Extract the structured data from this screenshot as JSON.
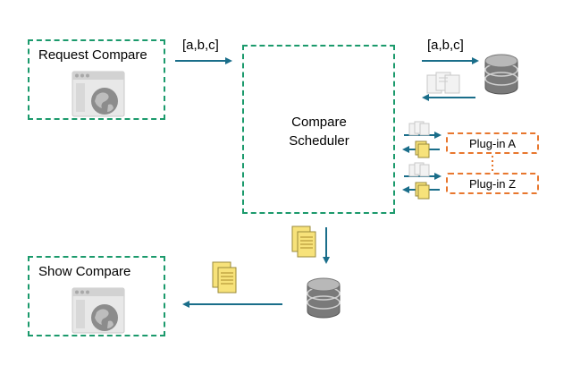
{
  "request_box": {
    "title": "Request Compare"
  },
  "show_box": {
    "title": "Show Compare"
  },
  "scheduler": {
    "line1": "Compare",
    "line2": "Scheduler"
  },
  "arrow_labels": {
    "request_to_scheduler": "[a,b,c]",
    "scheduler_to_db": "[a,b,c]"
  },
  "plugins": [
    {
      "label": "Plug-in A"
    },
    {
      "label": "Plug-in Z"
    }
  ],
  "colors": {
    "green_dashed": "#1b9a6c",
    "orange_dashed": "#e8772e",
    "arrow": "#1a6e8a"
  },
  "icons": [
    "browser-globe-icon",
    "database-icon",
    "documents-icon",
    "yellow-documents-icon"
  ]
}
